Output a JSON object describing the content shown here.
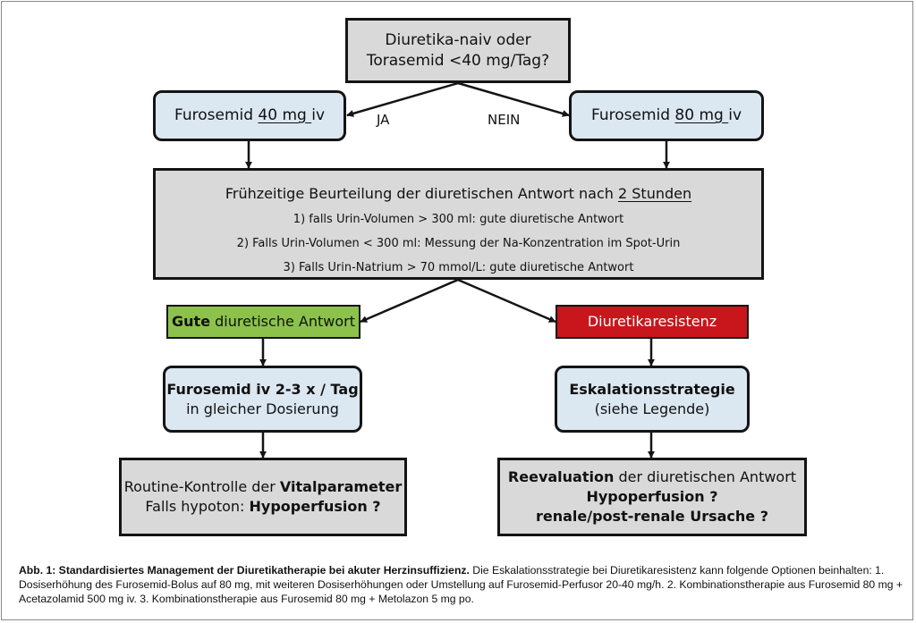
{
  "diagram": {
    "top": {
      "line1": "Diuretika-naiv oder",
      "line2": "Torasemid <40 mg/Tag?"
    },
    "left_dose": {
      "pre": "Furosemid ",
      "dose": "40 mg ",
      "post": "iv"
    },
    "right_dose": {
      "pre": "Furosemid ",
      "dose": "80 mg ",
      "post": "iv"
    },
    "label_yes": "JA",
    "label_no": "NEIN",
    "assess": {
      "title_pre": "Frühzeitige Beurteilung der diuretischen Antwort nach ",
      "title_ul": "2 Stunden",
      "items": [
        "1)   falls Urin-Volumen > 300 ml: gute diuretische Antwort",
        "2)   Falls Urin-Volumen < 300 ml: Messung der Na-Konzentration im Spot-Urin",
        "3)   Falls Urin-Natrium > 70 mmol/L: gute diuretische Antwort"
      ]
    },
    "good": {
      "bold": "Gute",
      "rest": " diuretische Antwort"
    },
    "resist": "Diuretikaresistenz",
    "fur_daily": {
      "line1": "Furosemid iv 2-3 x / Tag",
      "line2": "in gleicher Dosierung"
    },
    "escal": {
      "line1": "Eskalationsstrategie",
      "line2": "(siehe Legende)"
    },
    "routine": {
      "l1_pre": "Routine-Kontrolle der ",
      "l1_bold": "Vitalparameter",
      "l2_pre": "Falls hypoton: ",
      "l2_bold": "Hypoperfusion ?"
    },
    "reeval": {
      "l1_bold": "Reevaluation",
      "l1_rest": " der diuretischen Antwort",
      "l2": "Hypoperfusion ?",
      "l3": "renale/post-renale Ursache ?"
    }
  },
  "colors": {
    "grey_box": "#d9d9d9",
    "blue_box": "#dbe7f1",
    "green_box": "#8cc24b",
    "red_box": "#c8161c"
  },
  "caption": {
    "bold": "Abb. 1: Standardisiertes Management der Diuretikatherapie bei akuter Herzinsuffizienz.",
    "text": " Die Eskalationsstrategie bei Diuretikaresistenz kann folgende Optionen beinhalten: 1. Dosiserhöhung des Furosemid-Bolus auf 80 mg, mit weiteren Dosiserhöhungen oder Umstellung auf Furosemid-Perfusor 20-40 mg/h. 2. Kombinationstherapie aus Furosemid 80 mg + Acetazolamid 500 mg iv. 3. Kombinationstherapie aus Furosemid 80 mg + Metolazon 5 mg po."
  }
}
